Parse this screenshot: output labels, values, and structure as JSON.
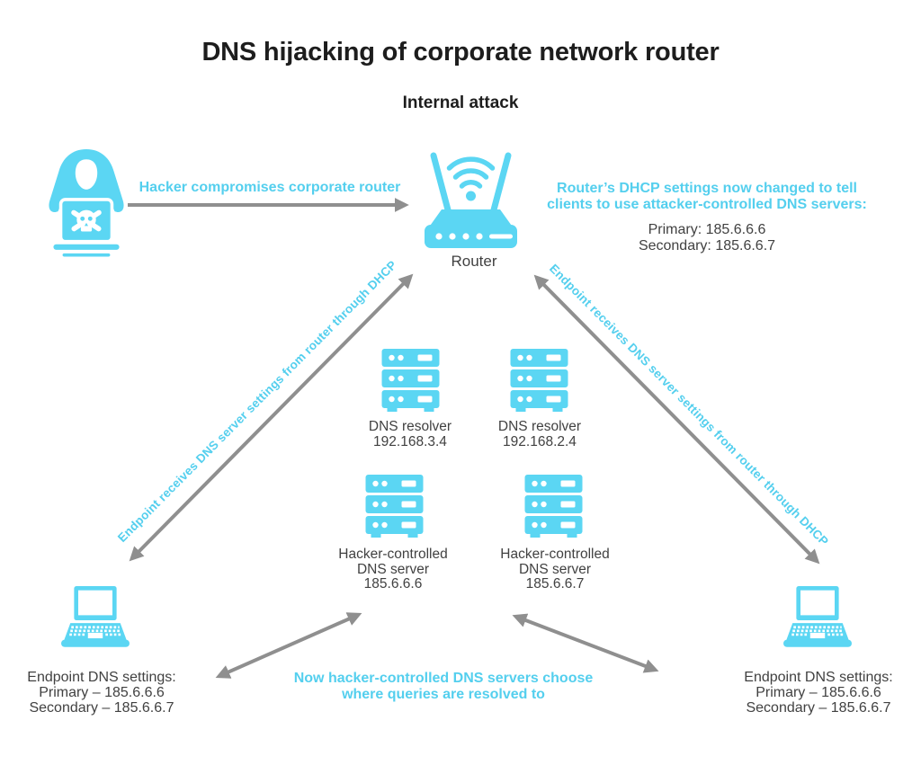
{
  "title": "DNS hijacking of corporate network router",
  "subtitle": "Internal attack",
  "colors": {
    "icon_cyan": "#5BD6F3",
    "text_cyan": "#54CFEE",
    "arrow_gray": "#8F8F8F",
    "dark_text": "#414141",
    "title_text": "#1D1D1D"
  },
  "router": {
    "label": "Router"
  },
  "annotations": {
    "compromise": "Hacker compromises corporate router",
    "dhcp_line1": "Router’s DHCP settings now changed to tell",
    "dhcp_line2": "clients to use attacker-controlled DNS servers:",
    "dhcp_primary": "Primary: 185.6.6.6",
    "dhcp_secondary": "Secondary: 185.6.6.7",
    "diag_left": "Endpoint receives DNS server settings from router through DHCP",
    "diag_right": "Endpoint receives DNS server settings from router through DHCP",
    "bottom_line1": "Now hacker-controlled DNS servers choose",
    "bottom_line2": "where queries are resolved to"
  },
  "servers": {
    "resolver_left": {
      "name": "DNS resolver",
      "ip": "192.168.3.4"
    },
    "resolver_right": {
      "name": "DNS resolver",
      "ip": "192.168.2.4"
    },
    "hacked_left": {
      "name_line1": "Hacker-controlled",
      "name_line2": "DNS server",
      "ip": "185.6.6.6"
    },
    "hacked_right": {
      "name_line1": "Hacker-controlled",
      "name_line2": "DNS server",
      "ip": "185.6.6.7"
    }
  },
  "endpoints": {
    "left": {
      "line1": "Endpoint DNS settings:",
      "line2": "Primary – 185.6.6.6",
      "line3": "Secondary – 185.6.6.7"
    },
    "right": {
      "line1": "Endpoint DNS settings:",
      "line2": "Primary – 185.6.6.6",
      "line3": "Secondary – 185.6.6.7"
    }
  }
}
